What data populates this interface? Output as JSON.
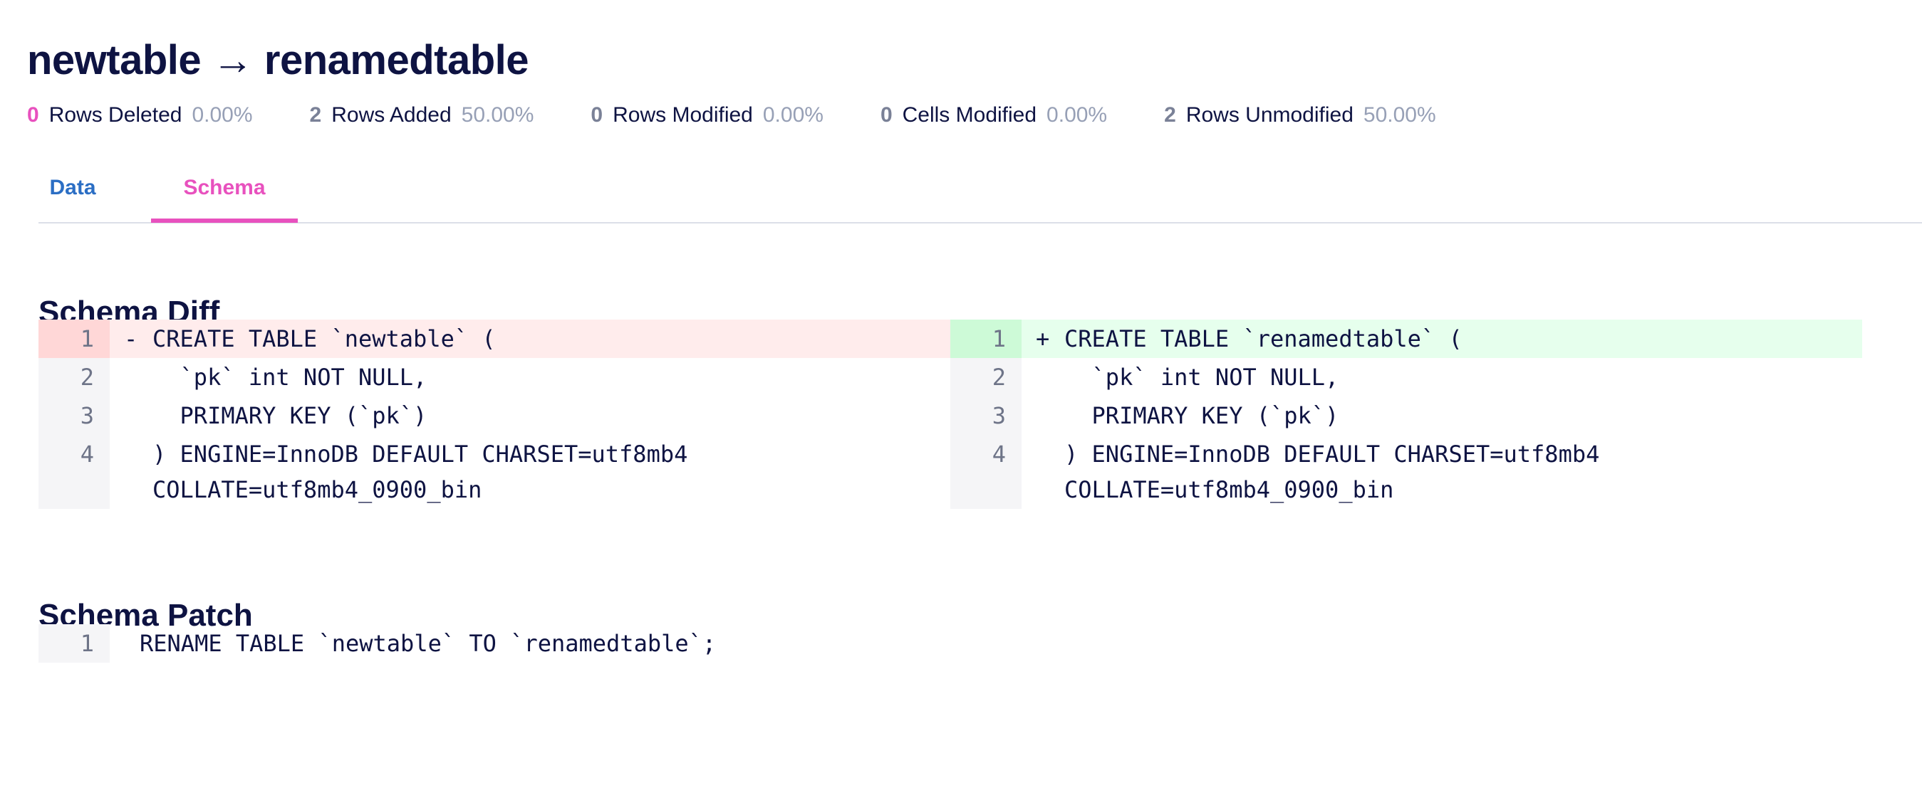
{
  "header": {
    "title": "newtable → renamedtable"
  },
  "stats": [
    {
      "count": "0",
      "label": "Rows Deleted",
      "pct": "0.00%"
    },
    {
      "count": "2",
      "label": "Rows Added",
      "pct": "50.00%"
    },
    {
      "count": "0",
      "label": "Rows Modified",
      "pct": "0.00%"
    },
    {
      "count": "0",
      "label": "Cells Modified",
      "pct": "0.00%"
    },
    {
      "count": "2",
      "label": "Rows Unmodified",
      "pct": "50.00%"
    }
  ],
  "tabs": [
    {
      "label": "Data"
    },
    {
      "label": "Schema"
    }
  ],
  "schema_diff": {
    "title": "Schema Diff",
    "left": {
      "lines": [
        {
          "num": "1",
          "marker": "-",
          "text": "CREATE TABLE `newtable` ("
        },
        {
          "num": "2",
          "text": "  `pk` int NOT NULL,"
        },
        {
          "num": "3",
          "text": "  PRIMARY KEY (`pk`)"
        },
        {
          "num": "4",
          "text_a": ") ENGINE=InnoDB DEFAULT CHARSET=utf8mb4",
          "text_b": "COLLATE=utf8mb4_0900_bin"
        }
      ]
    },
    "right": {
      "lines": [
        {
          "num": "1",
          "marker": "+",
          "text": "CREATE TABLE `renamedtable` ("
        },
        {
          "num": "2",
          "text": "  `pk` int NOT NULL,"
        },
        {
          "num": "3",
          "text": "  PRIMARY KEY (`pk`)"
        },
        {
          "num": "4",
          "text_a": ") ENGINE=InnoDB DEFAULT CHARSET=utf8mb4",
          "text_b": "COLLATE=utf8mb4_0900_bin"
        }
      ]
    }
  },
  "schema_patch": {
    "title": "Schema Patch",
    "lines": [
      {
        "num": "1",
        "text": "RENAME TABLE `newtable` TO `renamedtable`;"
      }
    ]
  },
  "colors": {
    "accent_pink": "#e851be",
    "link_blue": "#2b6ec4",
    "removed_bg": "#ffecec",
    "added_bg": "#e6ffed"
  }
}
